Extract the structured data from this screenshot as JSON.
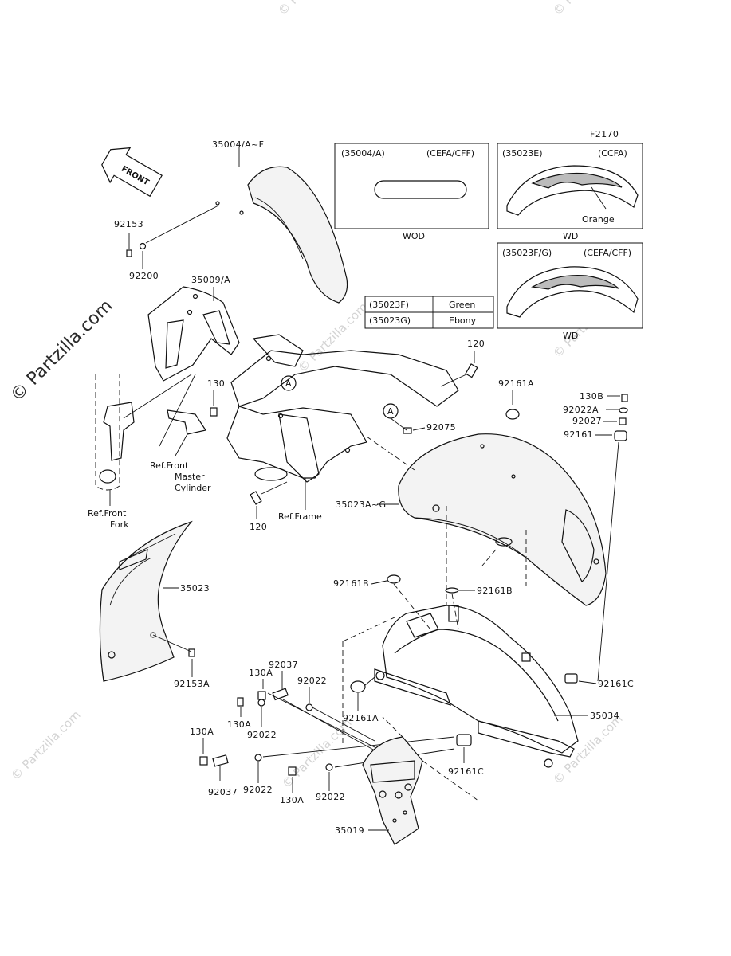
{
  "watermark": {
    "brand": "© Partzilla.com"
  },
  "figure_code": "F2170",
  "front_marker": "FRONT",
  "callouts": {
    "fender_front": "35004/A~F",
    "bolt_92153": "92153",
    "washer_92200": "92200",
    "bracket_35009": "35009/A",
    "bolt_130": "130",
    "ref_master_cyl_1": "Ref.Front",
    "ref_master_cyl_2": "Master",
    "ref_master_cyl_3": "Cylinder",
    "ref_fork_1": "Ref.Front",
    "ref_fork_2": "Fork",
    "bolt_120_top": "120",
    "bolt_120_bottom": "120",
    "ref_frame": "Ref.Frame",
    "circle_a_1": "A",
    "circle_a_2": "A",
    "grommet_92075": "92075",
    "fender_rear": "35023A~G",
    "fender_lower": "35023",
    "bolt_92153a": "92153A",
    "part_92161a_top": "92161A",
    "bolt_130b": "130B",
    "washer_92022a": "92022A",
    "collar_92027": "92027",
    "damper_92161": "92161",
    "pad_92161b_left": "92161B",
    "pad_92161b_right": "92161B",
    "damper_92161c_right": "92161C",
    "bracket_35034": "35034",
    "part_92161a_bottom": "92161A",
    "damper_92161c_bottom": "92161C",
    "bolt_130a_1": "130A",
    "collar_92037_1": "92037",
    "washer_92022_1": "92022",
    "bolt_130a_2": "130A",
    "washer_92022_2": "92022",
    "bolt_130a_3": "130A",
    "collar_92037_2": "92037",
    "washer_92022_3": "92022",
    "bolt_130a_4": "130A",
    "washer_92022_4": "92022",
    "flap_35019": "35019"
  },
  "inset_boxes": {
    "box1": {
      "part": "(35004/A)",
      "region": "(CEFA/CFF)",
      "caption": "WOD"
    },
    "box2": {
      "part": "(35023E)",
      "region": "(CCFA)",
      "color": "Orange",
      "caption": "WD"
    },
    "box3": {
      "part": "(35023F/G)",
      "region": "(CEFA/CFF)",
      "caption": "WD"
    }
  },
  "color_table": {
    "rows": [
      {
        "part": "(35023F)",
        "color": "Green"
      },
      {
        "part": "(35023G)",
        "color": "Ebony"
      }
    ]
  }
}
